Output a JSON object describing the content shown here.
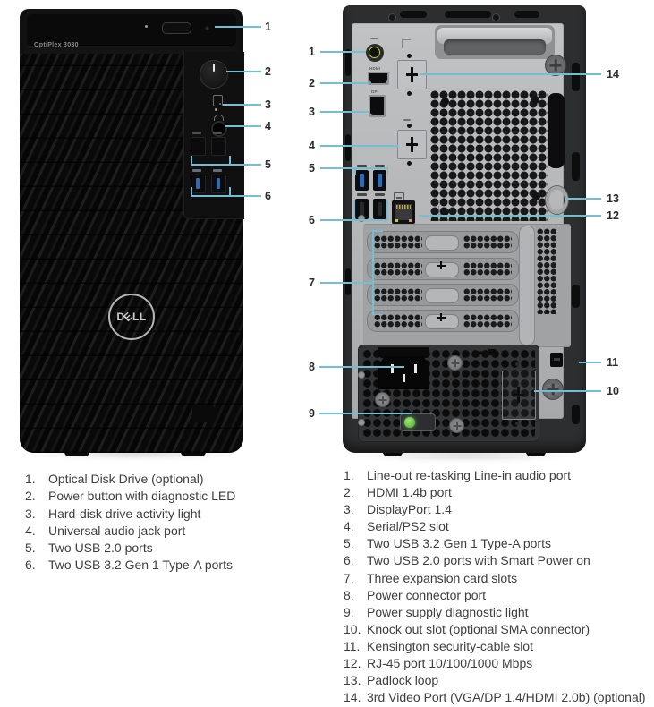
{
  "front_view": {
    "model_label": "OptiPlex 3080",
    "logo_letters": [
      "D",
      "E",
      "L",
      "L"
    ],
    "callouts": [
      "1",
      "2",
      "3",
      "4",
      "5",
      "6"
    ]
  },
  "back_view": {
    "callouts_left": [
      "1",
      "2",
      "3",
      "4",
      "5",
      "6",
      "7",
      "8",
      "9"
    ],
    "callouts_right": [
      "14",
      "13",
      "12",
      "11",
      "10"
    ],
    "port_labels": {
      "hdmi": "HDMI",
      "dp": "DP"
    }
  },
  "legend_front": {
    "items": [
      {
        "num": "1.",
        "text": "Optical Disk Drive (optional)"
      },
      {
        "num": "2.",
        "text": "Power button with diagnostic LED"
      },
      {
        "num": "3.",
        "text": "Hard-disk drive activity light"
      },
      {
        "num": "4.",
        "text": "Universal audio jack port"
      },
      {
        "num": "5.",
        "text": "Two USB 2.0 ports"
      },
      {
        "num": "6.",
        "text": "Two USB 3.2 Gen 1 Type-A ports"
      }
    ]
  },
  "legend_back": {
    "items": [
      {
        "num": "1.",
        "text": "Line-out re-tasking Line-in audio port"
      },
      {
        "num": "2.",
        "text": "HDMI 1.4b port"
      },
      {
        "num": "3.",
        "text": "DisplayPort 1.4"
      },
      {
        "num": "4.",
        "text": "Serial/PS2 slot"
      },
      {
        "num": "5.",
        "text": "Two USB 3.2 Gen 1 Type-A ports"
      },
      {
        "num": "6.",
        "text": "Two USB 2.0 ports with Smart Power on"
      },
      {
        "num": "7.",
        "text": "Three expansion card slots"
      },
      {
        "num": "8.",
        "text": "Power connector port"
      },
      {
        "num": "9.",
        "text": "Power supply diagnostic light"
      },
      {
        "num": "10.",
        "text": "Knock out slot (optional SMA connector)"
      },
      {
        "num": "11.",
        "text": "Kensington security-cable slot"
      },
      {
        "num": "12.",
        "text": "RJ-45 port 10/100/1000 Mbps"
      },
      {
        "num": "13.",
        "text": "Padlock loop"
      },
      {
        "num": "14.",
        "text": "3rd Video Port (VGA/DP 1.4/HDMI 2.0b) (optional)"
      }
    ]
  },
  "colors": {
    "callout_line": "#74bdd3",
    "chassis_front_black": "#141414",
    "back_panel_gray": "#b4b6b8",
    "back_frame_dark": "#2d2e30",
    "audio_jack_green": "#b8d147",
    "usb3_blue": "#2e6bb0",
    "psu_led_green": "#63c13c",
    "legend_text": "#3e3e3e"
  }
}
